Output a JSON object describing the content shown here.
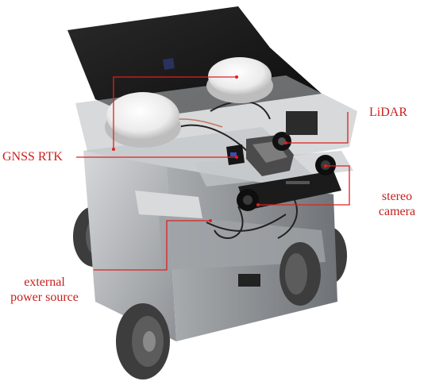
{
  "labels": {
    "lidar": "LiDAR",
    "gnss": "GNSS RTK",
    "stereo_line1": "stereo",
    "stereo_line2": "camera",
    "power_line1": "external",
    "power_line2": "power source"
  },
  "colors": {
    "label_text": "#c8201e",
    "leader_line": "#e0201e",
    "panel_black": "#151515",
    "frame_aluminum": "#b9bcbe",
    "wheel_rubber": "#4a4a4a",
    "gnss_dome": "#f2f2f2"
  }
}
